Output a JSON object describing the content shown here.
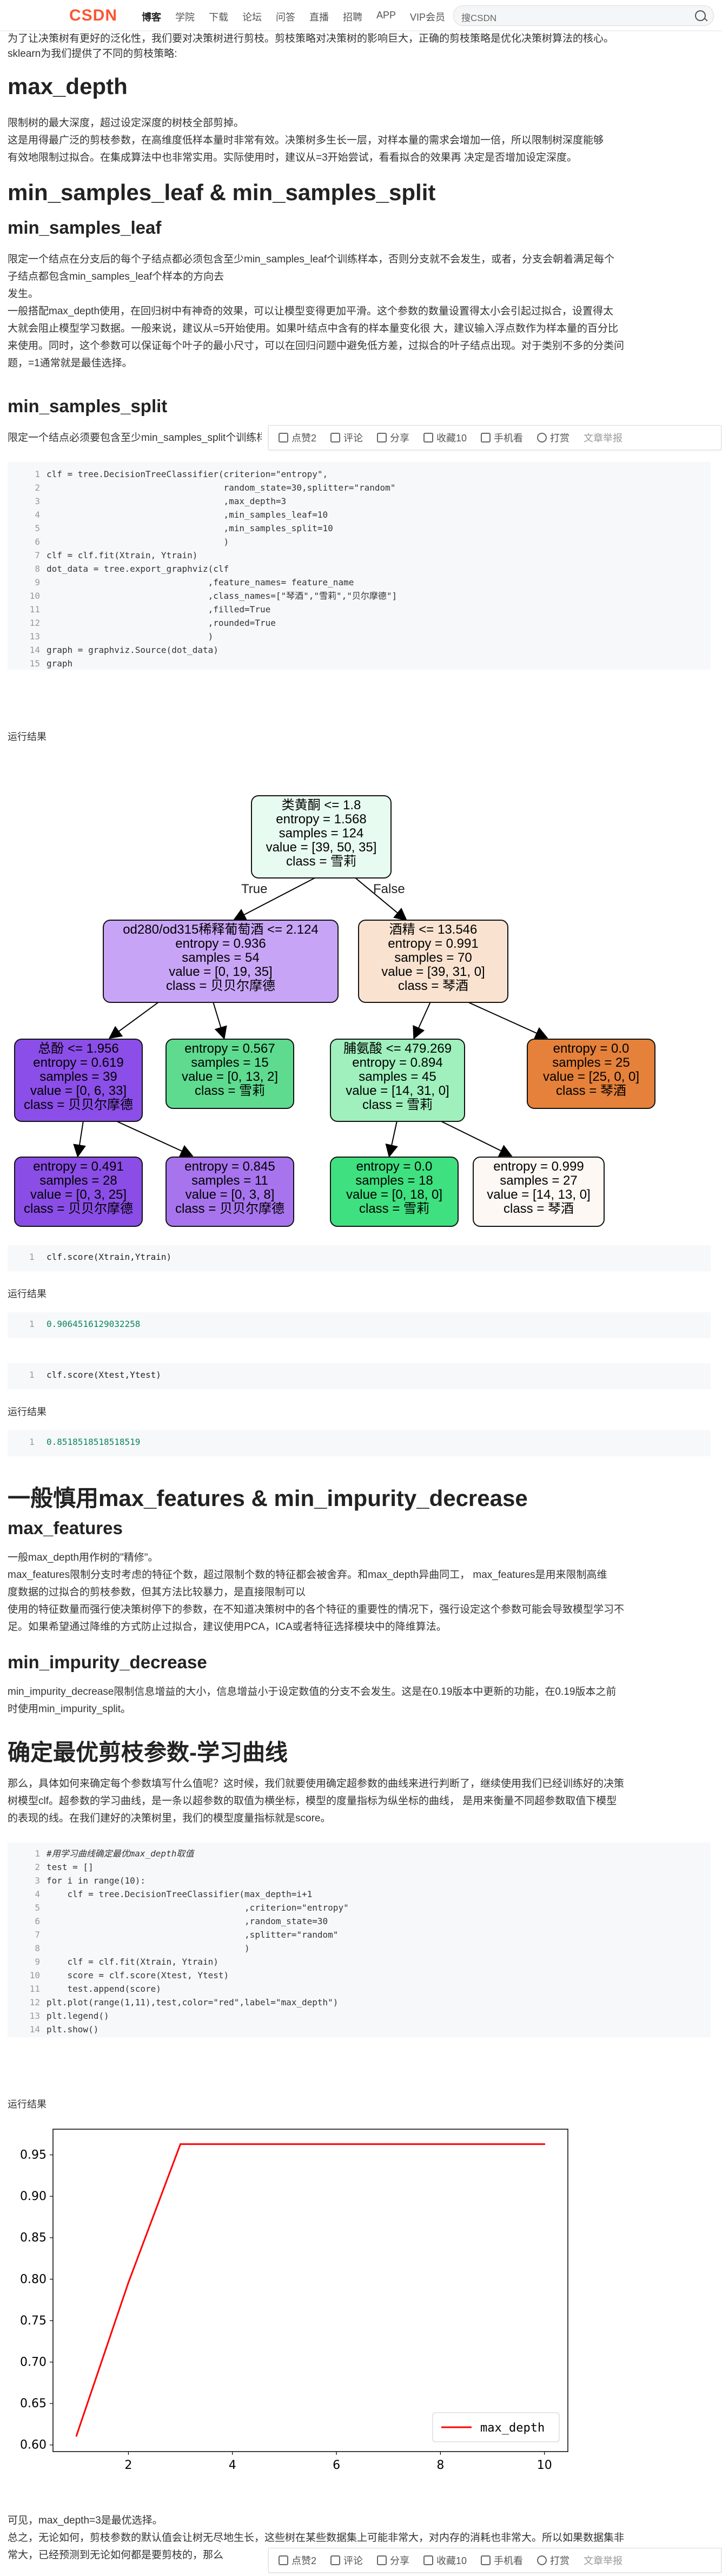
{
  "header": {
    "logo": "CSDN",
    "nav": [
      "博客",
      "学院",
      "下载",
      "论坛",
      "问答",
      "直播",
      "招聘",
      "APP",
      "VIP会员"
    ],
    "search_placeholder": "搜CSDN"
  },
  "intro": {
    "line1": "为了让决策树有更好的泛化性，我们要对决策树进行剪枝。剪枝策略对决策树的影响巨大，正确的剪枝策略是优化决策树算法的核心。",
    "line2": "sklearn为我们提供了不同的剪枝策略:"
  },
  "s_max_depth": {
    "title": "max_depth",
    "p1": "限制树的最大深度，超过设定深度的树枝全部剪掉。",
    "p2": "这是用得最广泛的剪枝参数，在高维度低样本量时非常有效。决策树多生长一层，对样本量的需求会增加一倍，所以限制树深度能够",
    "p3": "有效地限制过拟合。在集成算法中也非常实用。实际使用时，建议从=3开始尝试，看看拟合的效果再 决定是否增加设定深度。"
  },
  "s_leaf_split": {
    "title": "min_samples_leaf & min_samples_split",
    "sub1": "min_samples_leaf",
    "p1": "限定一个结点在分支后的每个子结点都必须包含至少min_samples_leaf个训练样本，否则分支就不会发生，或者，分支会朝着满足每个",
    "p2": "子结点都包含min_samples_leaf个样本的方向去",
    "p3": "发生。",
    "p4": "一般搭配max_depth使用，在回归树中有神奇的效果，可以让模型变得更加平滑。这个参数的数量设置得太小会引起过拟合，设置得太",
    "p5": "大就会阻止模型学习数据。一般来说，建议从=5开始使用。如果叶结点中含有的样本量变化很 大，建议输入浮点数作为样本量的百分比",
    "p6": "来使用。同时，这个参数可以保证每个叶子的最小尺寸，可以在回归问题中避免低方差，过拟合的叶子结点出现。对于类别不多的分类问",
    "p7": "题，=1通常就是最佳选择。",
    "sub2": "min_samples_split",
    "p8": "限定一个结点必须要包含至少min_samples_split个训练样本，这个结点才允许被分支，否则分支就不会发生。"
  },
  "toolbar": {
    "like": "点赞2",
    "comment": "评论",
    "share": "分享",
    "fav": "收藏10",
    "mobile": "手机看",
    "reward": "打赏",
    "report": "文章举报"
  },
  "code1": {
    "lines": [
      "clf = tree.DecisionTreeClassifier(criterion=\"entropy\",",
      "                                  random_state=30,splitter=\"random\"",
      "                                  ,max_depth=3",
      "                                  ,min_samples_leaf=10",
      "                                  ,min_samples_split=10",
      "                                  )",
      "clf = clf.fit(Xtrain, Ytrain)",
      "dot_data = tree.export_graphviz(clf",
      "                               ,feature_names= feature_name",
      "                               ,class_names=[\"琴酒\",\"雪莉\",\"贝尔摩德\"]",
      "                               ,filled=True",
      "                               ,rounded=True",
      "                               )",
      "graph = graphviz.Source(dot_data)",
      "graph"
    ]
  },
  "run_label": "运行结果",
  "tree": {
    "root": [
      "类黄酮 <= 1.8",
      "entropy = 1.568",
      "samples = 124",
      "value = [39, 50, 35]",
      "class = 雪莉"
    ],
    "true_label": "True",
    "false_label": "False",
    "l1": [
      "od280/od315稀释葡萄酒 <= 2.124",
      "entropy = 0.936",
      "samples = 54",
      "value = [0, 19, 35]",
      "class = 贝贝尔摩德"
    ],
    "r1": [
      "酒精 <= 13.546",
      "entropy = 0.991",
      "samples = 70",
      "value = [39, 31, 0]",
      "class = 琴酒"
    ],
    "ll": [
      "总酚 <= 1.956",
      "entropy = 0.619",
      "samples = 39",
      "value = [0, 6, 33]",
      "class = 贝贝尔摩德"
    ],
    "lr": [
      "entropy = 0.567",
      "samples = 15",
      "value = [0, 13, 2]",
      "class = 雪莉"
    ],
    "rl": [
      "脯氨酸 <= 479.269",
      "entropy = 0.894",
      "samples = 45",
      "value = [14, 31, 0]",
      "class = 雪莉"
    ],
    "rr": [
      "entropy = 0.0",
      "samples = 25",
      "value = [25, 0, 0]",
      "class = 琴酒"
    ],
    "lll": [
      "entropy = 0.491",
      "samples = 28",
      "value = [0, 3, 25]",
      "class = 贝贝尔摩德"
    ],
    "llr": [
      "entropy = 0.845",
      "samples = 11",
      "value = [0, 3, 8]",
      "class = 贝贝尔摩德"
    ],
    "rll": [
      "entropy = 0.0",
      "samples = 18",
      "value = [0, 18, 0]",
      "class = 雪莉"
    ],
    "rlr": [
      "entropy = 0.999",
      "samples = 27",
      "value = [14, 13, 0]",
      "class = 琴酒"
    ]
  },
  "code2": "clf.score(Xtrain,Ytrain)",
  "out2": "0.9064516129032258",
  "code3": "clf.score(Xtest,Ytest)",
  "out3": "0.8518518518518519",
  "s_features": {
    "title": "一般慎用max_features & min_impurity_decrease",
    "sub1": "max_features",
    "p1": "一般max_depth用作树的\"精修\"。",
    "p2": "max_features限制分支时考虑的特征个数，超过限制个数的特征都会被舍弃。和max_depth异曲同工， max_features是用来限制高维",
    "p3": "度数据的过拟合的剪枝参数，但其方法比较暴力，是直接限制可以",
    "p4": "使用的特征数量而强行使决策树停下的参数，在不知道决策树中的各个特征的重要性的情况下，强行设定这个参数可能会导致模型学习不",
    "p5": "足。如果希望通过降维的方式防止过拟合，建议使用PCA，ICA或者特征选择模块中的降维算法。",
    "sub2": "min_impurity_decrease",
    "p6": "min_impurity_decrease限制信息增益的大小，信息增益小于设定数值的分支不会发生。这是在0.19版本中更新的功能，在0.19版本之前",
    "p7": "时使用min_impurity_split。"
  },
  "s_curve": {
    "title": "确定最优剪枝参数-学习曲线",
    "p1": "那么，具体如何来确定每个参数填写什么值呢？这时候，我们就要使用确定超参数的曲线来进行判断了，继续使用我们已经训练好的决策",
    "p2": "树模型clf。超参数的学习曲线，是一条以超参数的取值为横坐标，模型的度量指标为纵坐标的曲线， 是用来衡量不同超参数取值下模型",
    "p3": "的表现的线。在我们建好的决策树里，我们的模型度量指标就是score。"
  },
  "code4": {
    "lines": [
      "#用学习曲线确定最优max_depth取值",
      "test = []",
      "for i in range(10):",
      "    clf = tree.DecisionTreeClassifier(max_depth=i+1",
      "                                      ,criterion=\"entropy\"",
      "                                      ,random_state=30",
      "                                      ,splitter=\"random\"",
      "                                      )",
      "    clf = clf.fit(Xtrain, Ytrain)",
      "    score = clf.score(Xtest, Ytest)",
      "    test.append(score)",
      "plt.plot(range(1,11),test,color=\"red\",label=\"max_depth\")",
      "plt.legend()",
      "plt.show()"
    ]
  },
  "chart_data": {
    "type": "line",
    "x": [
      1,
      2,
      3,
      4,
      5,
      6,
      7,
      8,
      9,
      10
    ],
    "series": [
      {
        "name": "max_depth",
        "color": "#ff0000",
        "values": [
          0.611,
          0.796,
          0.963,
          0.963,
          0.963,
          0.963,
          0.963,
          0.963,
          0.963,
          0.963
        ]
      }
    ],
    "xticks": [
      2,
      4,
      6,
      8,
      10
    ],
    "yticks": [
      0.6,
      0.65,
      0.7,
      0.75,
      0.8,
      0.85,
      0.9,
      0.95
    ],
    "xlim": [
      0.55,
      10.45
    ],
    "ylim": [
      0.592,
      0.981
    ],
    "legend": "lower-right",
    "grid": false
  },
  "conclusion": {
    "p1": "可见，max_depth=3是最优选择。",
    "p2": "总之，无论如何，剪枝参数的默认值会让树无尽地生长，这些树在某些数据集上可能非常大，对内存的消耗也非常大。所以如果数据集非",
    "p3": "常大，已经预测到无论如何都是要剪枝的，那么"
  }
}
